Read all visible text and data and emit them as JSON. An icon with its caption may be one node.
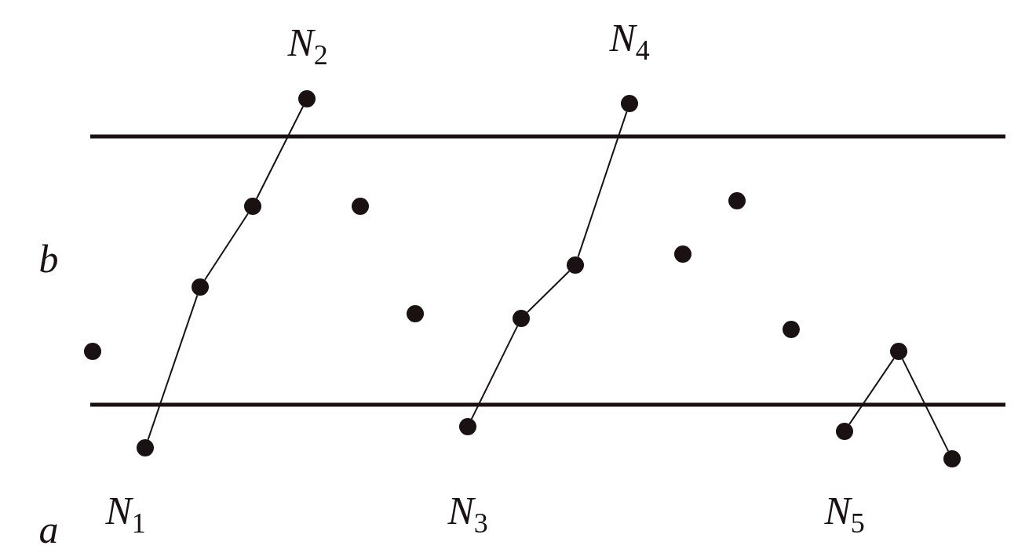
{
  "diagram": {
    "nodes": [
      {
        "text": [],
        "shape": "circle"
      },
      {
        "text": [],
        "shape": "circle",
        "beside": [
          "N$_{1}$"
        ]
      },
      {
        "text": [],
        "shape": "circle"
      },
      {
        "text": [],
        "shape": "circle"
      },
      {
        "text": [],
        "shape": "circle",
        "beside": [
          "N$_{2}$"
        ]
      },
      {
        "text": [],
        "shape": "circle"
      },
      {
        "text": [],
        "shape": "circle"
      },
      {
        "text": [],
        "shape": "circle",
        "beside": [
          "N$_{3}$"
        ]
      },
      {
        "text": [],
        "shape": "circle"
      },
      {
        "text": [],
        "shape": "circle"
      },
      {
        "text": [],
        "shape": "circle",
        "beside": [
          "N$_{4}$"
        ]
      },
      {
        "text": [],
        "shape": "circle"
      },
      {
        "text": [],
        "shape": "circle"
      },
      {
        "text": [],
        "shape": "circle"
      },
      {
        "text": [],
        "shape": "circle",
        "beside": [
          "N$_{5}$"
        ]
      },
      {
        "text": [],
        "shape": "circle"
      },
      {
        "text": [],
        "shape": "circle"
      }
    ],
    "edges": [
      {
        "from": 1,
        "to": 2,
        "arrow": "none"
      },
      {
        "from": 2,
        "to": 3,
        "arrow": "none"
      },
      {
        "from": 3,
        "to": 4,
        "arrow": "none"
      },
      {
        "from": 7,
        "to": 8,
        "arrow": "none"
      },
      {
        "from": 8,
        "to": 9,
        "arrow": "none"
      },
      {
        "from": 9,
        "to": 10,
        "arrow": "none"
      },
      {
        "from": 14,
        "to": 15,
        "arrow": "none"
      },
      {
        "from": 15,
        "to": 16,
        "arrow": "none"
      }
    ],
    "labels": [
      "b",
      "a"
    ]
  }
}
